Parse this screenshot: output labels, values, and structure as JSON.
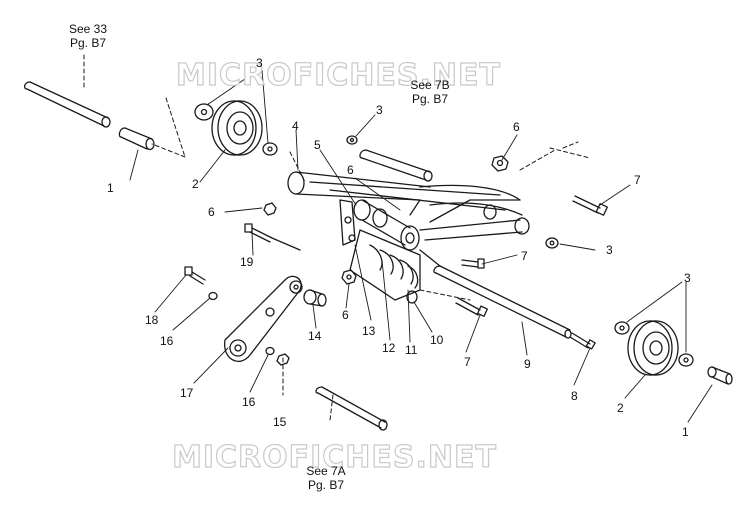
{
  "watermark": "MICROFICHES.NET",
  "references": {
    "top_left": {
      "line1": "See 33",
      "line2": "Pg. B7"
    },
    "top_center": {
      "line1": "See 7B",
      "line2": "Pg. B7"
    },
    "bottom": {
      "line1": "See 7A",
      "line2": "Pg. B7"
    }
  },
  "callouts": [
    "1",
    "2",
    "3",
    "3",
    "4",
    "5",
    "6",
    "6",
    "7",
    "3",
    "6",
    "19",
    "7",
    "18",
    "16",
    "6",
    "14",
    "13",
    "12",
    "11",
    "10",
    "7",
    "9",
    "8",
    "17",
    "16",
    "15",
    "3",
    "2",
    "1"
  ]
}
